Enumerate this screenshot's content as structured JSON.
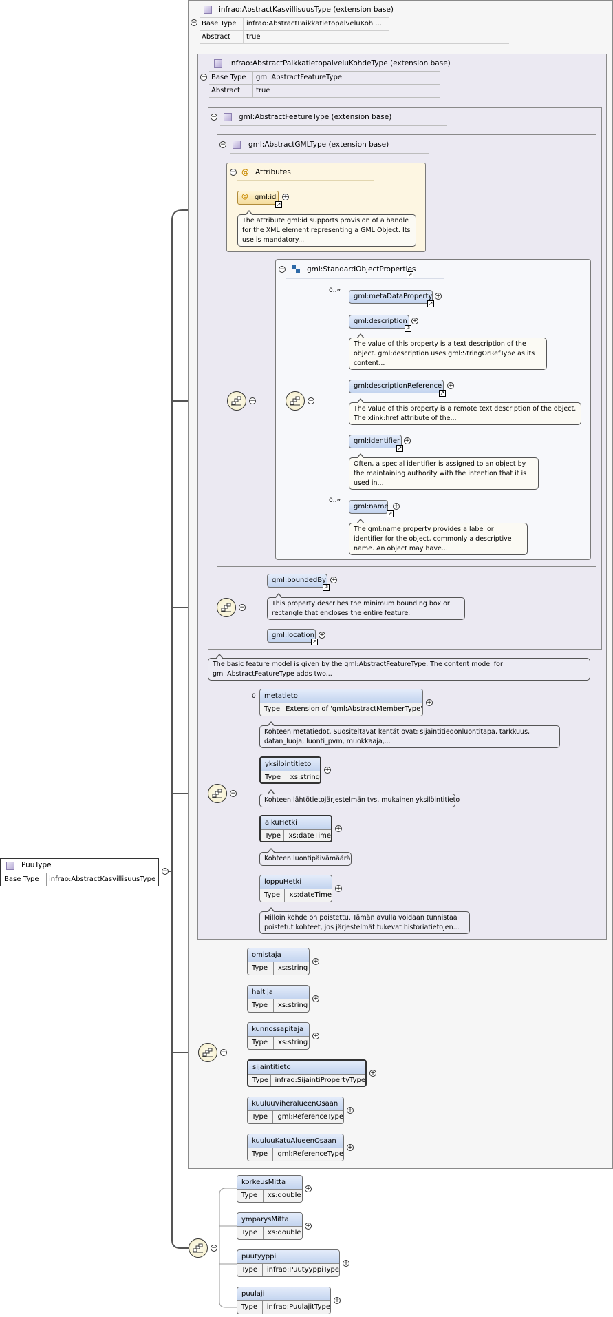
{
  "root": {
    "name": "PuuType",
    "base_type_label": "Base Type",
    "base_type_value": "infrao:AbstractKasvillisuusType"
  },
  "ext1": {
    "title": "infrao:AbstractKasvillisuusType (extension base)",
    "base_type_label": "Base Type",
    "base_type_value": "infrao:AbstractPaikkatietopalveluKoh ...",
    "abstract_label": "Abstract",
    "abstract_value": "true"
  },
  "ext2": {
    "title": "infrao:AbstractPaikkatietopalveluKohdeType (extension base)",
    "base_type_label": "Base Type",
    "base_type_value": "gml:AbstractFeatureType",
    "abstract_label": "Abstract",
    "abstract_value": "true"
  },
  "ext3": {
    "title": "gml:AbstractFeatureType (extension base)"
  },
  "ext4": {
    "title": "gml:AbstractGMLType (extension base)"
  },
  "attributes": {
    "title": "Attributes",
    "gml_id": "gml:id",
    "gml_id_note": "The attribute gml:id supports provision of a handle for the XML element representing a GML Object. Its use is mandatory..."
  },
  "std_props": {
    "title": "gml:StandardObjectProperties",
    "items": [
      {
        "name": "gml:metaDataProperty",
        "occurs": "0..∞",
        "note": ""
      },
      {
        "name": "gml:description",
        "occurs": "",
        "note": "The value of this property is a text description of the object. gml:description uses gml:StringOrRefType as its content..."
      },
      {
        "name": "gml:descriptionReference",
        "occurs": "",
        "note": "The value of this property is a remote text description of the object. The xlink:href attribute of the..."
      },
      {
        "name": "gml:identifier",
        "occurs": "",
        "note": "Often, a special identifier is assigned to an object by the maintaining authority with the intention that it is used in..."
      },
      {
        "name": "gml:name",
        "occurs": "0..∞",
        "note": "The gml:name property provides a label or identifier for the object, commonly a descriptive name. An object may have..."
      }
    ]
  },
  "feature_props": {
    "bounded_by": "gml:boundedBy",
    "bounded_by_note": "This property describes the minimum bounding box or rectangle that encloses the entire feature.",
    "location": "gml:location",
    "feature_note": "The basic feature model is given by the gml:AbstractFeatureType. The content model for gml:AbstractFeatureType adds two..."
  },
  "type_label": "Type",
  "pk_elements": [
    {
      "name": "metatieto",
      "occurs": "0",
      "type": "Extension of 'gml:AbstractMemberType'",
      "note": "Kohteen metatiedot. Suositeltavat kentät ovat: sijaintitiedonluontitapa, tarkkuus, datan_luoja, luonti_pvm, muokkaaja,..."
    },
    {
      "name": "yksilointitieto",
      "occurs": "",
      "type": "xs:string",
      "note": "Kohteen lähtötietojärjestelmän tvs. mukainen yksilöintitieto"
    },
    {
      "name": "alkuHetki",
      "occurs": "",
      "type": "xs:dateTime",
      "note": "Kohteen luontipäivämäärä"
    },
    {
      "name": "loppuHetki",
      "occurs": "",
      "type": "xs:dateTime",
      "note": "Milloin kohde on poistettu. Tämän avulla voidaan tunnistaa poistetut kohteet, jos järjestelmät tukevat historiatietojen..."
    }
  ],
  "kas_elements": [
    {
      "name": "omistaja",
      "type": "xs:string"
    },
    {
      "name": "haltija",
      "type": "xs:string"
    },
    {
      "name": "kunnossapitaja",
      "type": "xs:string"
    },
    {
      "name": "sijaintitieto",
      "type": "infrao:SijaintiPropertyType"
    },
    {
      "name": "kuuluuViheralueenOsaan",
      "type": "gml:ReferenceType"
    },
    {
      "name": "kuuluuKatuAlueenOsaan",
      "type": "gml:ReferenceType"
    }
  ],
  "puu_elements": [
    {
      "name": "korkeusMitta",
      "type": "xs:double"
    },
    {
      "name": "ymparysMitta",
      "type": "xs:double"
    },
    {
      "name": "puutyyppi",
      "type": "infrao:PuutyyppiType"
    },
    {
      "name": "puulaji",
      "type": "infrao:PuulajitType"
    }
  ],
  "symbols": {
    "minus": "−",
    "plus": "+",
    "link_arrow": "↗",
    "attr_icon": "@"
  }
}
